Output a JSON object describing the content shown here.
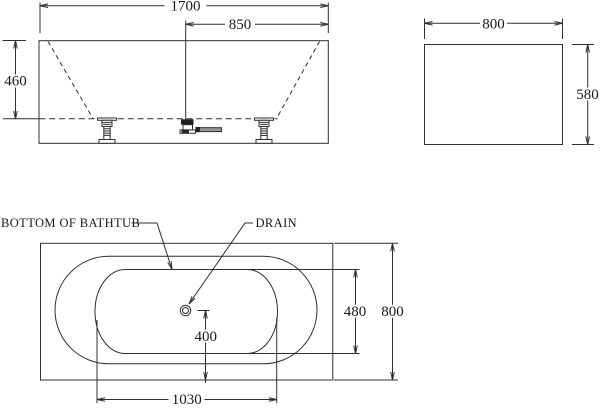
{
  "drawing": {
    "type": "bathtub technical drawing",
    "colors": {
      "line": "#2f2f2f",
      "text": "#191919",
      "background": "#ffffff"
    },
    "front_view": {
      "length": "1700",
      "center_to_end": "850",
      "depth": "460"
    },
    "side_view": {
      "width": "800",
      "height": "580"
    },
    "plan_view": {
      "bottom_label": "BOTTOM OF BATHTUB",
      "drain_label": "DRAIN",
      "drain_to_edge": "400",
      "floor_width": "480",
      "overall_width": "800",
      "floor_length": "1030"
    }
  }
}
